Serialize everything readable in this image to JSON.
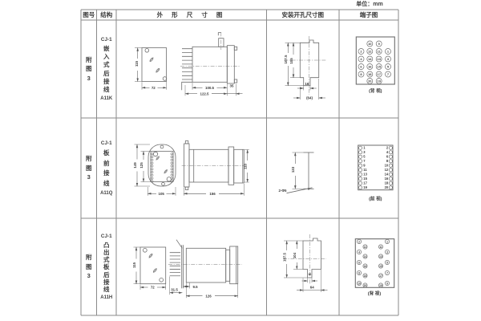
{
  "unit_label": "单位：mm",
  "header": {
    "figure": "图号",
    "structure": "结构",
    "outline": "外 形 尺 寸 图",
    "mounting": "安装开孔尺寸图",
    "terminal": "端子图"
  },
  "rows": [
    {
      "figure": "附图3",
      "model": "CJ-1",
      "name": "嵌入式后接线",
      "code": "A11K",
      "dims": {
        "height": "115",
        "width": "72",
        "d1": "100.5",
        "d2": "122.5",
        "d3": "35",
        "m1": "107.5",
        "m2": "105",
        "m3": "16",
        "m4": "(64)"
      },
      "terminal": {
        "caption": "(背 视)",
        "rows": [
          [
            "10",
            "9"
          ],
          [
            "2",
            "12",
            "11",
            "1"
          ],
          [
            "4",
            "14",
            "13",
            "3"
          ],
          [
            "6",
            "16",
            "15",
            "5"
          ],
          [
            "8",
            "18",
            "17",
            "7"
          ],
          [
            "20",
            "19"
          ]
        ]
      }
    },
    {
      "figure": "附图3",
      "model": "CJ-1",
      "name": "板前接线",
      "code": "A11Q",
      "dims": {
        "h1": "149",
        "h2": "125",
        "width": "105",
        "depth": "156",
        "side": "113",
        "m1": "133",
        "m2": "2-Φ5"
      },
      "terminal": {
        "caption": "(前 视)",
        "left": [
          "1",
          "3",
          "5",
          "7",
          "9",
          "11",
          "13",
          "15",
          "17",
          "19"
        ],
        "right": [
          "2",
          "4",
          "6",
          "8",
          "10",
          "12",
          "14",
          "16",
          "18",
          "20"
        ]
      }
    },
    {
      "figure": "附图3",
      "model": "CJ-1",
      "name": "凸出式板后接线",
      "code": "A11H",
      "dims": {
        "height": "115",
        "width": "72",
        "d1": "31.5",
        "d2": "9.5",
        "d3": "126",
        "m1": "107.5",
        "m2": "104",
        "m3": "16",
        "m4": "64"
      },
      "terminal": {
        "caption": "(背 视)",
        "left_outer": [
          "2",
          "4",
          "6",
          "8",
          "10"
        ],
        "left_inner": [
          "12",
          "14",
          "16",
          "18",
          "20"
        ],
        "right_inner": [
          "11",
          "13",
          "15",
          "17",
          "19"
        ],
        "right_outer": [
          "1",
          "3",
          "5",
          "7",
          "9"
        ]
      }
    }
  ]
}
